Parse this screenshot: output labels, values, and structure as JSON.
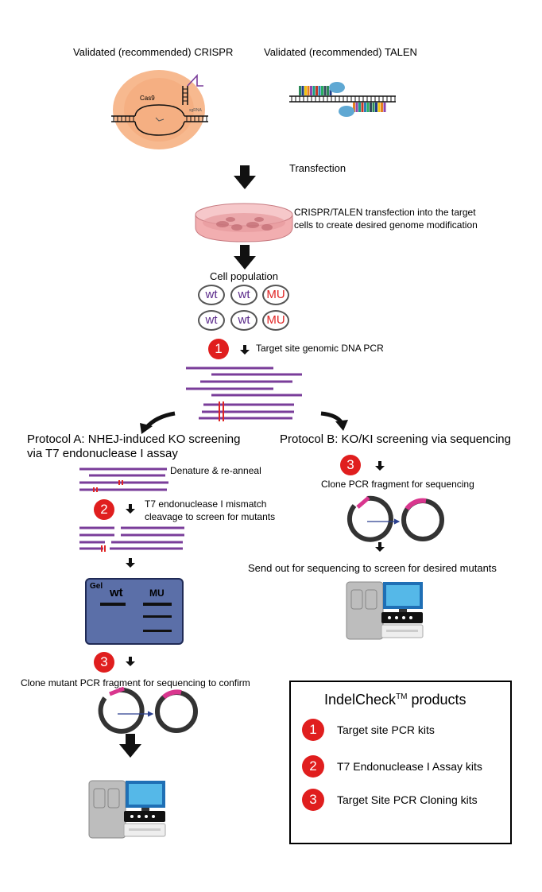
{
  "header": {
    "crispr_title": "Validated (recommended) CRISPR",
    "talen_title": "Validated (recommended) TALEN",
    "cas9_label": "Cas9",
    "sgrna_label": "sgRNA"
  },
  "steps": {
    "transfection": "Transfection",
    "transfection_desc_1": "CRISPR/TALEN transfection into the target",
    "transfection_desc_2": "cells to create desired genome modification",
    "cell_population": "Cell population",
    "pcr_step": "Target site genomic DNA PCR"
  },
  "cells": [
    {
      "label": "wt",
      "kind": "wt"
    },
    {
      "label": "wt",
      "kind": "wt"
    },
    {
      "label": "MU",
      "kind": "mu"
    },
    {
      "label": "wt",
      "kind": "wt"
    },
    {
      "label": "wt",
      "kind": "wt"
    },
    {
      "label": "MU",
      "kind": "mu"
    }
  ],
  "protocol_a": {
    "title_1": "Protocol A:  NHEJ-induced KO screening",
    "title_2": "via T7 endonuclease I assay",
    "denature": "Denature & re-anneal",
    "t7_1": "T7 endonuclease I mismatch",
    "t7_2": "cleavage to screen for mutants",
    "gel_label": "Gel",
    "gel_wt": "wt",
    "gel_mu": "MU",
    "clone_text": "Clone mutant PCR fragment for sequencing to confirm"
  },
  "protocol_b": {
    "title": "Protocol B: KO/KI screening via sequencing",
    "clone_text": "Clone PCR fragment for sequencing",
    "send_text": "Send out for sequencing to screen for desired mutants"
  },
  "badges": {
    "one": "1",
    "two": "2",
    "three": "3"
  },
  "products": {
    "title": "IndelCheck",
    "title_sup": "TM",
    "title_suffix": " products",
    "items": [
      {
        "num": "1",
        "label": "Target site PCR kits"
      },
      {
        "num": "2",
        "label": "T7 Endonuclease I Assay kits"
      },
      {
        "num": "3",
        "label": "Target Site PCR Cloning kits"
      }
    ]
  },
  "colors": {
    "badge_red": "#e01e1e",
    "dna_purple": "#7a3d9a",
    "gel_blue": "#5b6fa8",
    "plasmid_pink": "#d9368e"
  }
}
